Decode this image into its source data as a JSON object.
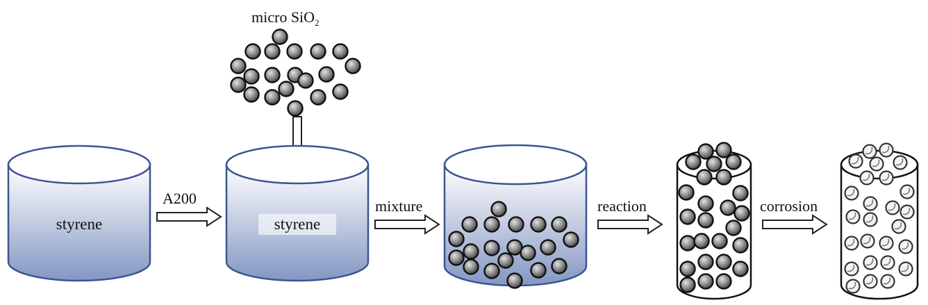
{
  "labels": {
    "micro_prefix": "micro SiO",
    "micro_sub": "2",
    "container1": "styrene",
    "container2": "styrene",
    "arrow1": "A200",
    "arrow2": "mixture",
    "arrow3": "reaction",
    "arrow4": "corrosion"
  },
  "steps": [
    {
      "name": "styrene",
      "vessel": "beaker"
    },
    {
      "name": "styrene",
      "vessel": "beaker"
    },
    {
      "name": "mixture",
      "vessel": "beaker-with-particles"
    },
    {
      "name": "reaction",
      "vessel": "cylinder-filled-particles"
    },
    {
      "name": "corrosion",
      "vessel": "cylinder-hollow-pores"
    }
  ],
  "colors": {
    "liquid_top": "#ffffff",
    "liquid_bottom": "#8497c3",
    "outline": "#3b5591",
    "sphere_dark": "#202020",
    "sphere_light": "#d8d8d8"
  }
}
